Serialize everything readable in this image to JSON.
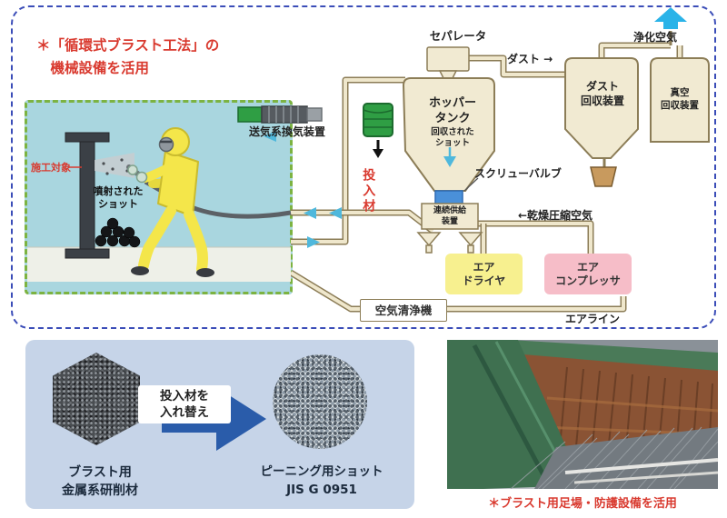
{
  "diagram": {
    "title": "＊「循環式ブラスト工法」の\n　機械設備を活用",
    "labels": {
      "separator": "セパレータ",
      "dust": "ダスト →",
      "purified_air": "浄化空気",
      "dust_collector": "ダスト\n回収装置",
      "vacuum_collector": "真空\n回収装置",
      "hopper_tank": "ホッパー\nタンク",
      "recovered_shot": "回収された\nショット",
      "air_ventilation": "送気系換気装置",
      "input_material": "投入材",
      "screw_valve": "スクリューバルブ",
      "continuous_feeder": "連続供給\n装置",
      "dry_air": "←乾燥圧縮空気",
      "air_dryer": "エア\nドライヤ",
      "air_compressor": "エア\nコンプレッサ",
      "air_purifier": "空気清浄機",
      "air_line": "エアライン",
      "work_target": "施工対象",
      "sprayed_shot": "噴射された\nショット"
    }
  },
  "materials": {
    "abrasive_caption": "ブラスト用\n金属系研削材",
    "swap_label": "投入材を\n入れ替え",
    "shot_caption": "ピーニング用ショット\nJIS G 0951"
  },
  "photo": {
    "caption": "＊ブラスト用足場・防護設備を活用"
  },
  "colors": {
    "accent_red": "#d93a2f",
    "border_blue": "#3b4db8",
    "border_green": "#7cb342",
    "work_panel": "#a9d6df",
    "equipment_cream": "#f1ead2",
    "pipe_outline": "#8c7d57",
    "dryer_yellow": "#f7f08f",
    "compressor_pink": "#f6bdc8",
    "flow_blue": "#4fb8dc",
    "purified_blue": "#2ab3e8",
    "barrel_green": "#2f9e44",
    "materials_bg": "#c6d4e8",
    "swap_arrow_blue": "#2a5caa"
  }
}
